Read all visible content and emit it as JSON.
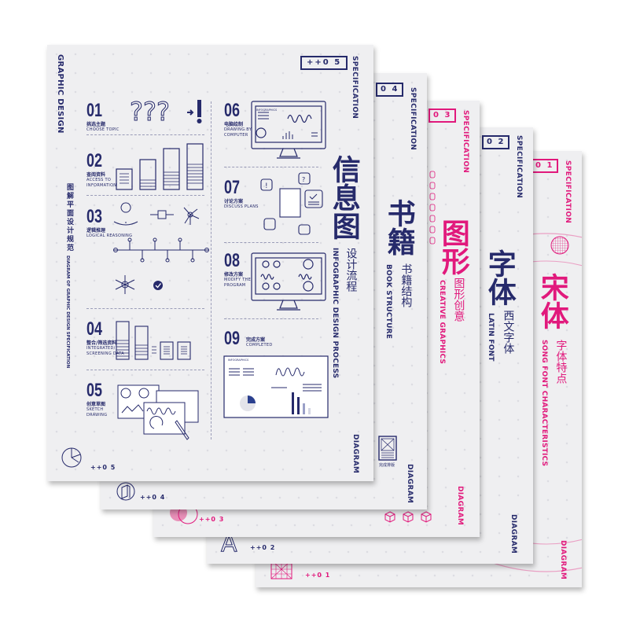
{
  "colors": {
    "navy": "#262a6b",
    "pink": "#e1197c",
    "paper": "#efeff1"
  },
  "posters": [
    {
      "id": "01",
      "tag": "++0 1",
      "code": "0 1",
      "spec": "SPECIFICATION",
      "title": "宋体",
      "subtitle": "字体特点",
      "en": "SONG FONT CHARACTERISTICS",
      "diagram": "DIAGRAM",
      "accent": "pink"
    },
    {
      "id": "02",
      "tag": "++0 2",
      "code": "0 2",
      "spec": "SPECIFICATION",
      "title": "字体",
      "subtitle": "西文字体",
      "en": "LATIN FONT",
      "diagram": "DIAGRAM",
      "glyph": "A",
      "accent": "navy"
    },
    {
      "id": "03",
      "tag": "++0 3",
      "code": "0 3",
      "spec": "SPECIFICATION",
      "title": "图形",
      "subtitle": "图形创意",
      "en": "CREATIVE GRAPHICS",
      "diagram": "DIAGRAM",
      "accent": "pink"
    },
    {
      "id": "04",
      "tag": "++0 4",
      "code": "0 4",
      "spec": "SPECIFICATION",
      "title": "书籍",
      "subtitle": "书籍结构",
      "en": "BOOK STRUCTURE",
      "diagram": "DIAGRAM",
      "icon_label": "完成排版",
      "accent": "navy"
    },
    {
      "id": "05",
      "tag": "++0 5",
      "code": "++0 5",
      "spec": "SPECIFICATION",
      "title": "信息图",
      "subtitle": "设计流程",
      "en": "INFOGRAPHIC DESIGN PROCESS",
      "diagram": "DIAGRAM",
      "accent": "navy",
      "side_title": "GRAPHIC DESIGN",
      "side_zh": "图解平面设计规范",
      "side_en": "DIAGRAM OF GRAPHIC DESIGN SPECIFICATION",
      "steps": [
        {
          "num": "01",
          "zh": "挑选主题",
          "en": "CHOOSE TOPIC"
        },
        {
          "num": "02",
          "zh": "查阅资料",
          "en": "ACCESS TO INFORMATION"
        },
        {
          "num": "03",
          "zh": "逻辑推理",
          "en": "LOGICAL REASONING"
        },
        {
          "num": "04",
          "zh": "整合/筛选资料",
          "en": "INTEGRATED/ SCREENING DATA"
        },
        {
          "num": "05",
          "zh": "创意草图",
          "en": "SKETCH DRAWING"
        },
        {
          "num": "06",
          "zh": "电脑绘制",
          "en": "DRAWING BY COMPUTER"
        },
        {
          "num": "07",
          "zh": "讨论方案",
          "en": "DISCUSS PLANS"
        },
        {
          "num": "08",
          "zh": "修改方案",
          "en": "MODIFY THE PROGRAM"
        },
        {
          "num": "09",
          "zh": "完成方案",
          "en": "COMPLETED"
        }
      ],
      "screen_label": "INFOGRAPHICS"
    }
  ]
}
